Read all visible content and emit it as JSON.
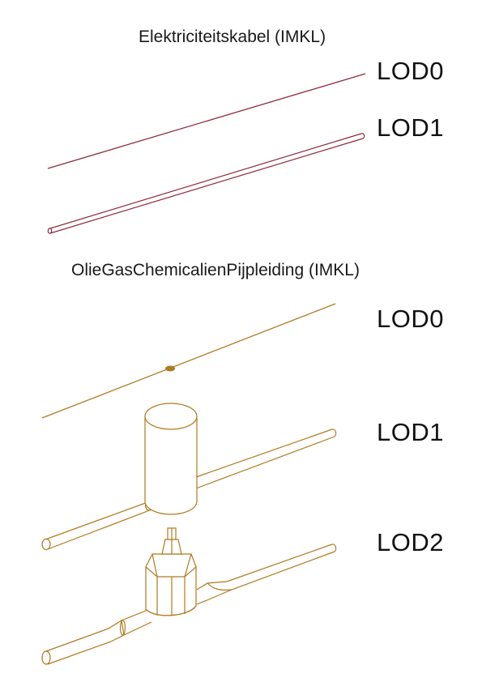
{
  "sections": [
    {
      "title": "Elektriciteitskabel (IMKL)",
      "color": "#8e2a3e",
      "levels": [
        "LOD0",
        "LOD1"
      ]
    },
    {
      "title": "OlieGasChemicalienPijpleiding (IMKL)",
      "color": "#b07a1e",
      "levels": [
        "LOD0",
        "LOD1",
        "LOD2"
      ]
    }
  ]
}
